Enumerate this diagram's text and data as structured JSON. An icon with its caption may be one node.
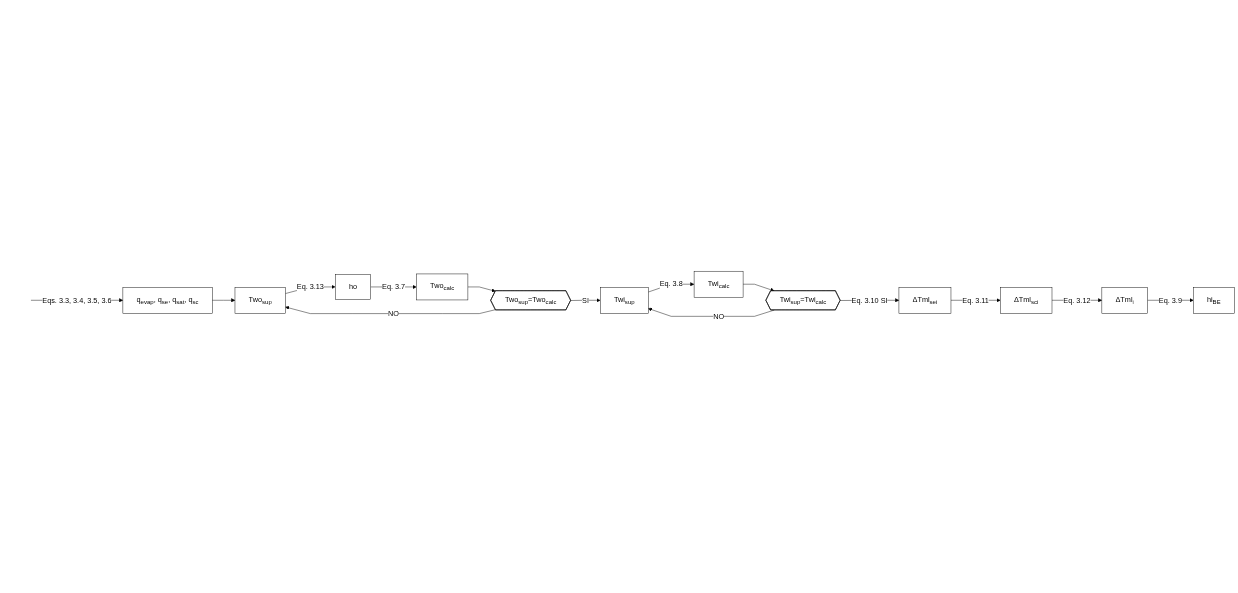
{
  "diagram": {
    "nodes": [
      {
        "text": [
          "q$_{evap}$, q$_{se}$, q$_{sat}$, q$_{sc}$"
        ]
      },
      {
        "text": [
          "Two$_{sup}$"
        ]
      },
      {
        "text": [
          "ho"
        ]
      },
      {
        "text": [
          "Two$_{calc}$"
        ]
      },
      {
        "text": [
          "Two$_{sup}$=Two$_{calc}$"
        ]
      },
      {
        "text": [
          "Twi$_{sup}$"
        ]
      },
      {
        "text": [
          "Twi$_{calc}$"
        ]
      },
      {
        "text": [
          "Twi$_{sup}$=Twi$_{calc}$"
        ]
      },
      {
        "text": [
          "ΔTml$_{sei}$"
        ]
      },
      {
        "text": [
          "ΔTml$_{sci}$"
        ]
      },
      {
        "text": [
          "ΔTml$_{i}$"
        ]
      },
      {
        "text": [
          "hi$_{BE}$"
        ]
      }
    ],
    "edges": [
      {
        "from": null,
        "to": 0,
        "arrow": "to",
        "label": "Eqs. 3.3, 3.4, 3.5, 3.6"
      },
      {
        "from": 0,
        "to": 1,
        "arrow": "to"
      },
      {
        "from": 1,
        "to": 2,
        "arrow": "to",
        "label": "Eq. 3.13"
      },
      {
        "from": 2,
        "to": 3,
        "arrow": "to",
        "label": "Eq. 3.7"
      },
      {
        "from": 3,
        "to": 4,
        "arrow": "to"
      },
      {
        "from": 4,
        "to": 1,
        "arrow": "to",
        "label": "NO"
      },
      {
        "from": 4,
        "to": 5,
        "arrow": "to",
        "label": "SI"
      },
      {
        "from": 5,
        "to": 6,
        "arrow": "to",
        "label": "Eq. 3.8"
      },
      {
        "from": 6,
        "to": 7,
        "arrow": "to"
      },
      {
        "from": 7,
        "to": 8,
        "arrow": "to",
        "label": "Eq. 3.10 SI"
      },
      {
        "from": 7,
        "to": 5,
        "arrow": "to",
        "label": "NO"
      },
      {
        "from": 8,
        "to": 9,
        "arrow": "to",
        "label": "Eq. 3.11"
      },
      {
        "from": 9,
        "to": 10,
        "arrow": "to",
        "label": "Eq. 3.12"
      },
      {
        "from": 10,
        "to": 11,
        "arrow": "to",
        "label": "Eq. 3.9"
      }
    ]
  }
}
